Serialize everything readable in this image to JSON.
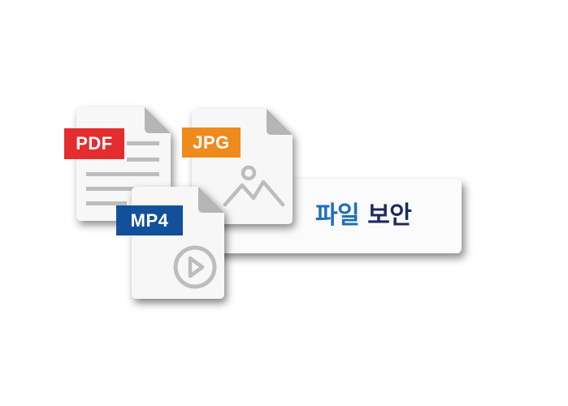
{
  "banner": {
    "word_file": "파일",
    "word_security": "보안"
  },
  "files": {
    "pdf": {
      "label": "PDF",
      "color": "#e42d2f"
    },
    "jpg": {
      "label": "JPG",
      "color": "#ef8a1c"
    },
    "mp4": {
      "label": "MP4",
      "color": "#12509b"
    }
  },
  "colors": {
    "blue": "#1e6fb8",
    "navy": "#1b2b5c",
    "doc_fill": "#f7f7f7",
    "fold": "#b5b5b5",
    "line": "#bdbdbd"
  },
  "icons": [
    "document-icon",
    "image-icon",
    "play-icon"
  ]
}
